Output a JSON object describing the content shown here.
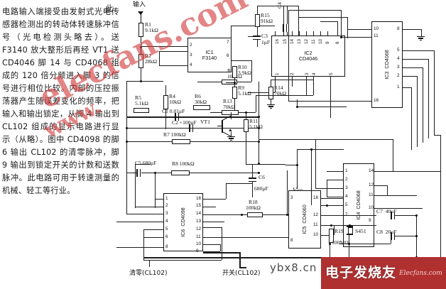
{
  "article": {
    "stray_char": "此",
    "paragraph": "电路输入端接受由发射式光电传感器检测出的转动体转速脉冲信号（光电检测头略去）。送 F3140 放大整形后再经 VT1 送 CD4046 脚 14 与 CD4068 组成的 120 倍分频进入脚 3 的信号进行相位比较。内部的压控振荡器产生随误差变化的频率，把输入和输出锁定，从脚 4 输出到 CL102 组成的显示电路进行显示（从略）。图中 CD4098 的脚 6 输出 CL102 的清零脉冲，脚 9 输出到锁定开关的计数和送数脉冲。此电路可用于转速测量的机械、轻工等行业。"
  },
  "schematic": {
    "input_label": "输入",
    "vcc_label": "Vcc",
    "bottom_labels": [
      {
        "name": "clear",
        "text": "清零(CL102)"
      },
      {
        "name": "switch",
        "text": "开关(CL102)"
      }
    ],
    "ics": [
      {
        "ref": "IC1",
        "part": "F3140",
        "pins_left": [
          "2",
          "3",
          "4"
        ],
        "pins_right": [
          "7",
          "6"
        ]
      },
      {
        "ref": "IC2",
        "part": "CD4046",
        "pins_top": [
          "16",
          "15",
          "14",
          "13",
          "12",
          "11",
          "10",
          "9",
          "8"
        ],
        "pins_bottom": [
          "1",
          "2",
          "3",
          "4",
          "5",
          "6",
          "7"
        ]
      },
      {
        "ref": "IC3",
        "part": "CD4068",
        "pins_left": [
          "10",
          "11",
          "16"
        ],
        "pins_right": [
          "8",
          "5",
          "4",
          "3",
          "2",
          "1"
        ]
      },
      {
        "ref": "IC4",
        "part": "CD4068",
        "pins_left": [
          "1",
          "2",
          "3",
          "4",
          "5",
          "7"
        ],
        "pins_right": [
          "14",
          "12",
          "11",
          "10",
          "9"
        ]
      },
      {
        "ref": "IC5",
        "part": "CD4060",
        "pins_left": [
          "3",
          "8"
        ],
        "pins_right": [
          "16",
          "12",
          "11",
          "10"
        ]
      },
      {
        "ref": "IC6",
        "part": "CD4098",
        "pins_left": [
          "1",
          "2",
          "3",
          "4",
          "5",
          "6",
          "8"
        ],
        "pins_right": [
          "16",
          "15",
          "14",
          "13",
          "12",
          "11",
          "10",
          "9"
        ]
      }
    ],
    "resistors": [
      {
        "ref": "R1",
        "value": "9.1kΩ"
      },
      {
        "ref": "R2",
        "value": "28kΩ"
      },
      {
        "ref": "R3",
        "value": "100kΩ"
      },
      {
        "ref": "R4",
        "value": "10kΩ"
      },
      {
        "ref": "R5",
        "value": "5.1kΩ"
      },
      {
        "ref": "R6",
        "value": "30kΩ"
      },
      {
        "ref": "R7",
        "value": "100kΩ"
      },
      {
        "ref": "R8",
        "value": "100kΩ"
      },
      {
        "ref": "R9",
        "value": "5.1kΩ"
      },
      {
        "ref": "R10",
        "value": "3.9kΩ"
      },
      {
        "ref": "R11",
        "value": "5.1kΩ"
      },
      {
        "ref": "R13",
        "value": "70kΩ"
      },
      {
        "ref": "R14",
        "value": "70kΩ"
      },
      {
        "ref": "R15",
        "value": "91kΩ"
      },
      {
        "ref": "R18",
        "value": "100kΩ"
      },
      {
        "ref": "R19",
        "value": "100MΩ"
      }
    ],
    "capacitors": [
      {
        "ref": "C1",
        "value": "0.01μF"
      },
      {
        "ref": "C2",
        "value": "100μF"
      },
      {
        "ref": "C3",
        "value": "1μF"
      },
      {
        "ref": "C4",
        "value": "100μF"
      },
      {
        "ref": "C5",
        "value": "680μF"
      },
      {
        "ref": "C6",
        "value": "680μF"
      },
      {
        "ref": "C7",
        "value": "40μF"
      },
      {
        "ref": "C8",
        "value": "20μF"
      }
    ],
    "transistor": {
      "ref": "VT1"
    },
    "crystal": {
      "ref": "S451"
    }
  },
  "watermarks": {
    "diagonal_main": "elecfans.com",
    "diagonal_sub": "www.",
    "site": "ybx8.cn",
    "badge_cn": "电子发烧友",
    "badge_en": "Elecfans.com"
  },
  "colors": {
    "watermark_red": "#d23b3b",
    "badge_bg": "#b03030",
    "ink": "#111111"
  }
}
